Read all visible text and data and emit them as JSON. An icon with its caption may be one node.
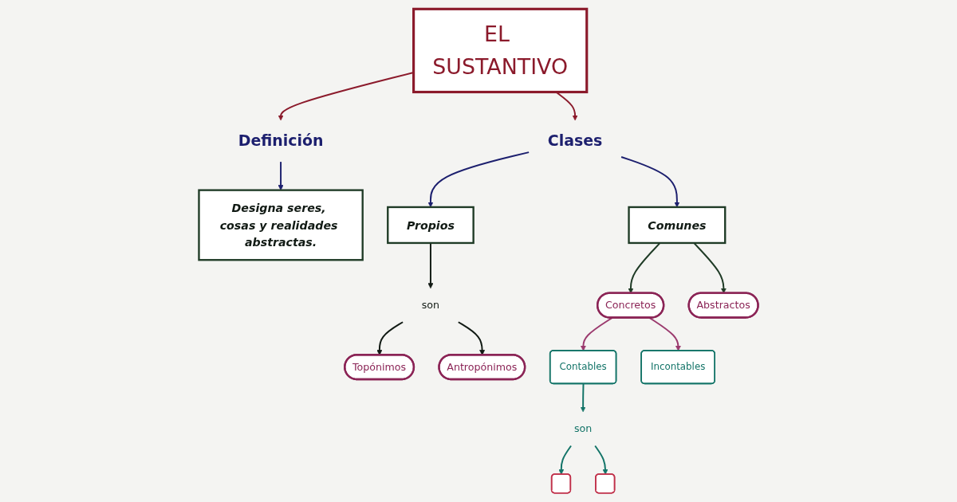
{
  "diagram": {
    "nodes": [
      {
        "text": [
          "EL SUSTANTIVO"
        ]
      },
      {
        "text": [
          "Definición"
        ]
      },
      {
        "text": [
          "Clases"
        ]
      },
      {
        "text": [
          "Designa seres, cosas y realidades abstractas."
        ]
      },
      {
        "text": [
          "Comunes"
        ]
      },
      {
        "text": [
          "Propios"
        ]
      },
      {
        "text": [
          "son"
        ]
      },
      {
        "text": [
          "Concretos"
        ]
      },
      {
        "text": [
          "Abstractos"
        ]
      },
      {
        "text": [
          "Topónimos"
        ]
      },
      {
        "text": [
          "Antropónimos"
        ]
      },
      {
        "text": [
          "Contables"
        ]
      },
      {
        "text": [
          "Incontables"
        ]
      },
      {
        "text": [
          "son"
        ]
      },
      {
        "text": [],
        "shape": "box"
      },
      {
        "text": [],
        "shape": "box"
      }
    ],
    "edges": [
      {
        "from": 0,
        "to": 1,
        "arrow": "to",
        "color": "#8b1a2b"
      },
      {
        "from": 0,
        "to": 2,
        "arrow": "to",
        "color": "#8b1a2b"
      },
      {
        "from": 1,
        "to": 3,
        "arrow": "to",
        "color": "#1c1f6e"
      },
      {
        "from": 2,
        "to": 4,
        "arrow": "to",
        "color": "#1c1f6e"
      },
      {
        "from": 2,
        "to": 5,
        "arrow": "to",
        "color": "#1c1f6e"
      },
      {
        "from": 4,
        "to": 7,
        "arrow": "to",
        "color": "#1f3b26"
      },
      {
        "from": 4,
        "to": 8,
        "arrow": "to",
        "color": "#1f3b26"
      },
      {
        "from": 5,
        "to": 6,
        "arrow": "to",
        "color": "#111a14"
      },
      {
        "from": 6,
        "to": 9,
        "arrow": "to",
        "color": "#111a14"
      },
      {
        "from": 6,
        "to": 10,
        "arrow": "to",
        "color": "#111a14"
      },
      {
        "from": 7,
        "to": 11,
        "arrow": "to",
        "color": "#9b3a6e"
      },
      {
        "from": 7,
        "to": 12,
        "arrow": "to",
        "color": "#9b3a6e"
      },
      {
        "from": 11,
        "to": 13,
        "arrow": "to",
        "color": "#137468"
      },
      {
        "from": 13,
        "to": 14,
        "arrow": "to",
        "color": "#137468"
      },
      {
        "from": 13,
        "to": 15,
        "arrow": "to",
        "color": "#137468"
      }
    ]
  }
}
